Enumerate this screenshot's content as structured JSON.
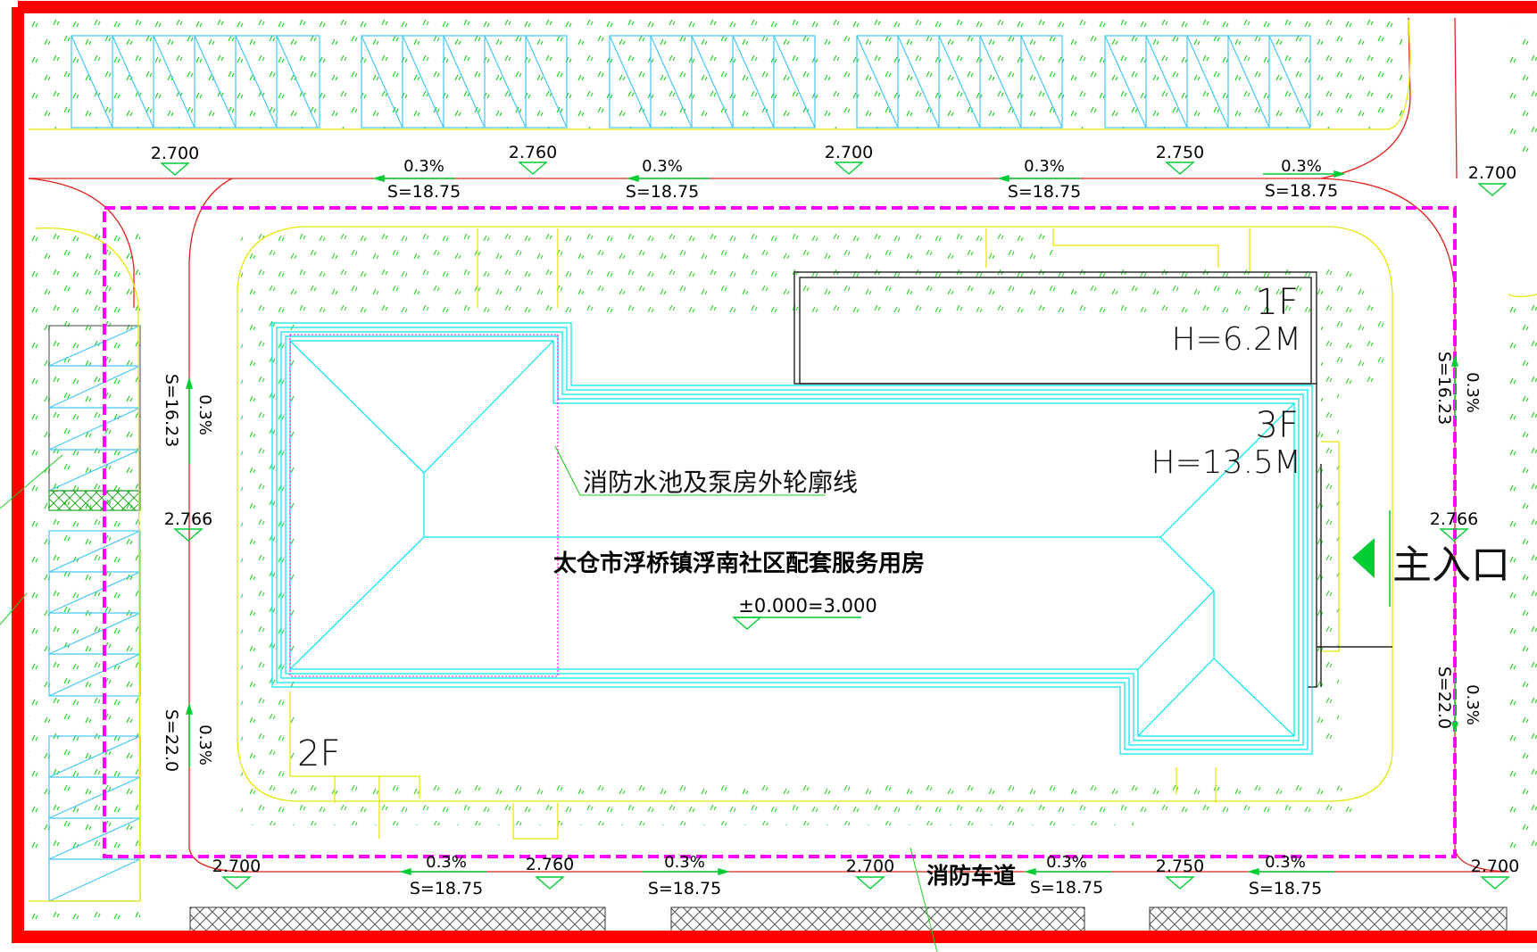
{
  "title": "太仓市浮桥镇浮南社区配套服务用房",
  "datum": "±0.000=3.000",
  "pool_outline_label": "消防水池及泵房外轮廓线",
  "fire_lane_label": "消防车道",
  "entrance_label": "主入口",
  "floors": {
    "f1": {
      "floor": "1F",
      "height": "H=6.2M"
    },
    "f3": {
      "floor": "3F",
      "height": "H=13.5M"
    },
    "f2": {
      "floor": "2F"
    }
  },
  "elev": {
    "top_1": "2.700",
    "top_2": "2.760",
    "top_3": "2.700",
    "top_4": "2.750",
    "top_right": "2.700",
    "bot_1": "2.700",
    "bot_2": "2.760",
    "bot_3": "2.700",
    "bot_4": "2.750",
    "bot_right": "2.700",
    "left_mid": "2.766",
    "right_mid": "2.766"
  },
  "slopes": {
    "pct": "0.3%",
    "s_1875": "S=18.75",
    "s_1623": "S=16.23",
    "s_220": "S=22.0"
  },
  "colors": {
    "site_boundary": "#ff0000",
    "building_line": "#ff00ff",
    "roof_lines": "#00e5ee",
    "greenery": "#22cc22",
    "landscape_edge": "#e6e600",
    "road_edge": "#e0201a",
    "arrow": "#00cc33"
  }
}
